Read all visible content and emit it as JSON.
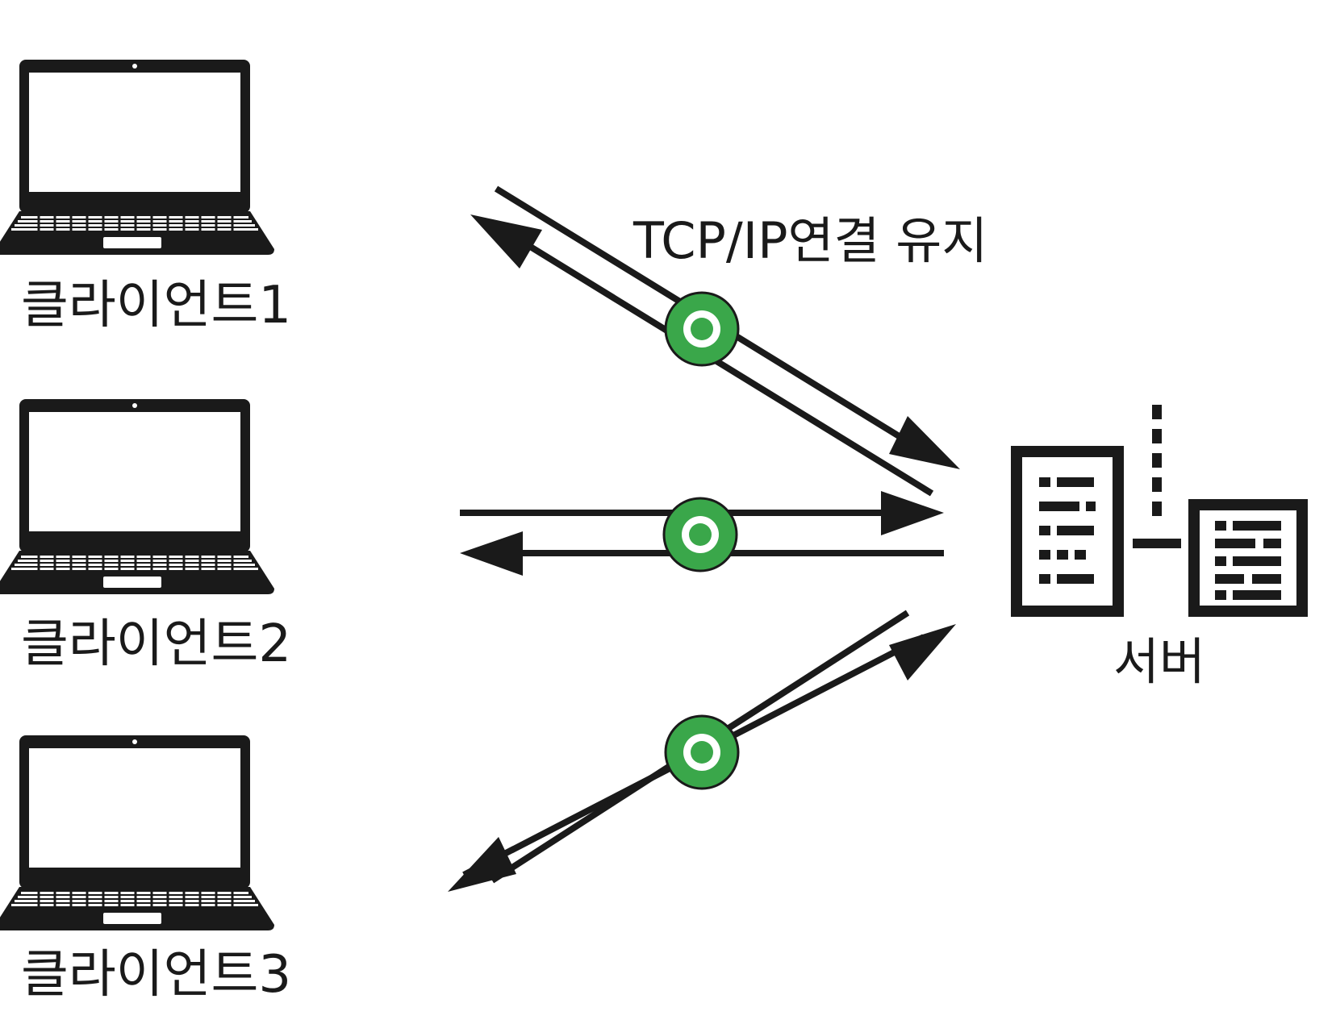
{
  "clients": [
    {
      "label": "클라이언트1"
    },
    {
      "label": "클라이언트2"
    },
    {
      "label": "클라이언트3"
    }
  ],
  "connection_label": "TCP/IP연결 유지",
  "server_label": "서버",
  "icons": {
    "client": "laptop-icon",
    "server": "server-building-icon",
    "connection_status": "connection-active-icon"
  },
  "colors": {
    "line": "#1a1a1a",
    "connection_active": "#3aa74a",
    "background": "#ffffff"
  }
}
